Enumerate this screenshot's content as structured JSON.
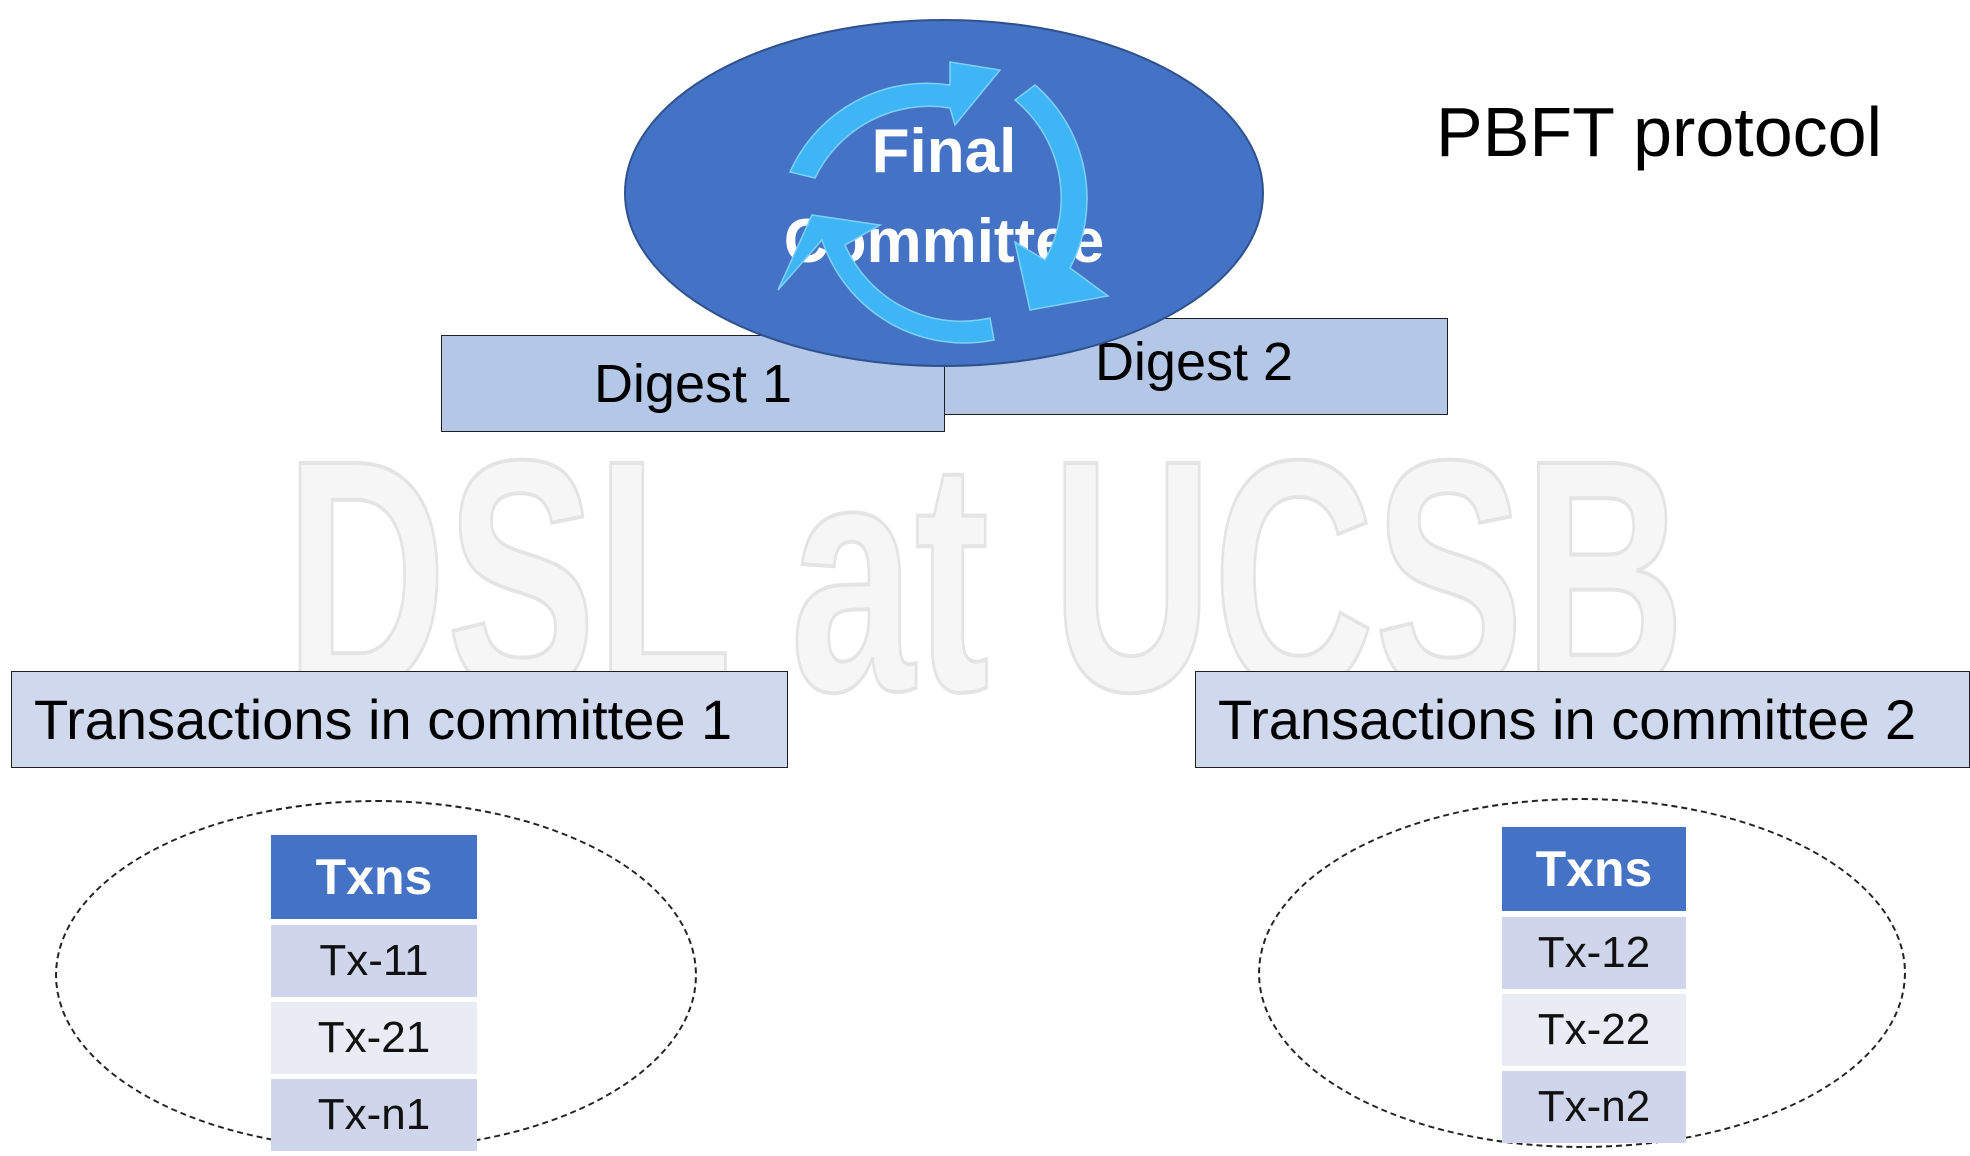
{
  "watermark": "DSL at UCSB",
  "protocol_label": "PBFT protocol",
  "final_committee": {
    "line1": "Final",
    "line2": "Committee"
  },
  "digests": [
    {
      "label": "Digest 1"
    },
    {
      "label": "Digest 2"
    }
  ],
  "committees": [
    {
      "heading": "Transactions in committee 1",
      "table_header": "Txns",
      "rows": [
        "Tx-11",
        "Tx-21",
        "Tx-n1"
      ]
    },
    {
      "heading": "Transactions in committee 2",
      "table_header": "Txns",
      "rows": [
        "Tx-12",
        "Tx-22",
        "Tx-n2"
      ]
    }
  ],
  "colors": {
    "ellipse_fill": "#4472c4",
    "cycle_arrows": "#3eb6f5",
    "digest_fill": "#b4c7e7",
    "committee_fill": "#cfd8ec",
    "table_header": "#4472c4"
  }
}
